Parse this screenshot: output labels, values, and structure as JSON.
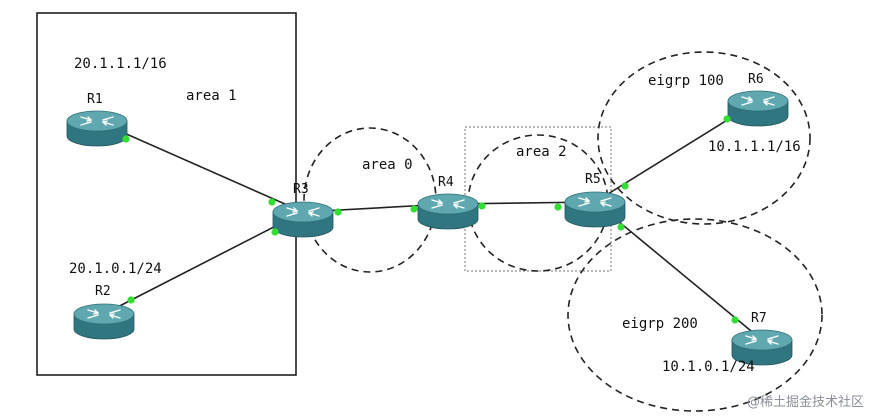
{
  "areas": [
    {
      "id": "area1",
      "label": "area 1"
    },
    {
      "id": "area0",
      "label": "area 0"
    },
    {
      "id": "area2",
      "label": "area 2"
    },
    {
      "id": "eigrp100",
      "label": "eigrp 100"
    },
    {
      "id": "eigrp200",
      "label": "eigrp 200"
    }
  ],
  "routers": [
    {
      "id": "r1",
      "label": "R1"
    },
    {
      "id": "r2",
      "label": "R2"
    },
    {
      "id": "r3",
      "label": "R3"
    },
    {
      "id": "r4",
      "label": "R4"
    },
    {
      "id": "r5",
      "label": "R5"
    },
    {
      "id": "r6",
      "label": "R6"
    },
    {
      "id": "r7",
      "label": "R7"
    }
  ],
  "networks": [
    {
      "id": "r1net",
      "label": "20.1.1.1/16"
    },
    {
      "id": "r2net",
      "label": "20.1.0.1/24"
    },
    {
      "id": "r6net",
      "label": "10.1.1.1/16"
    },
    {
      "id": "r7net",
      "label": "10.1.0.1/24"
    }
  ],
  "links": [
    {
      "from": "r1",
      "to": "r3"
    },
    {
      "from": "r2",
      "to": "r3"
    },
    {
      "from": "r3",
      "to": "r4"
    },
    {
      "from": "r4",
      "to": "r5"
    },
    {
      "from": "r5",
      "to": "r6"
    },
    {
      "from": "r5",
      "to": "r7"
    }
  ],
  "colors": {
    "router_top": "#5fa8b0",
    "router_side": "#2f7680",
    "port": "#33dd33",
    "link": "#222222"
  },
  "watermark": "@稀土掘金技术社区"
}
